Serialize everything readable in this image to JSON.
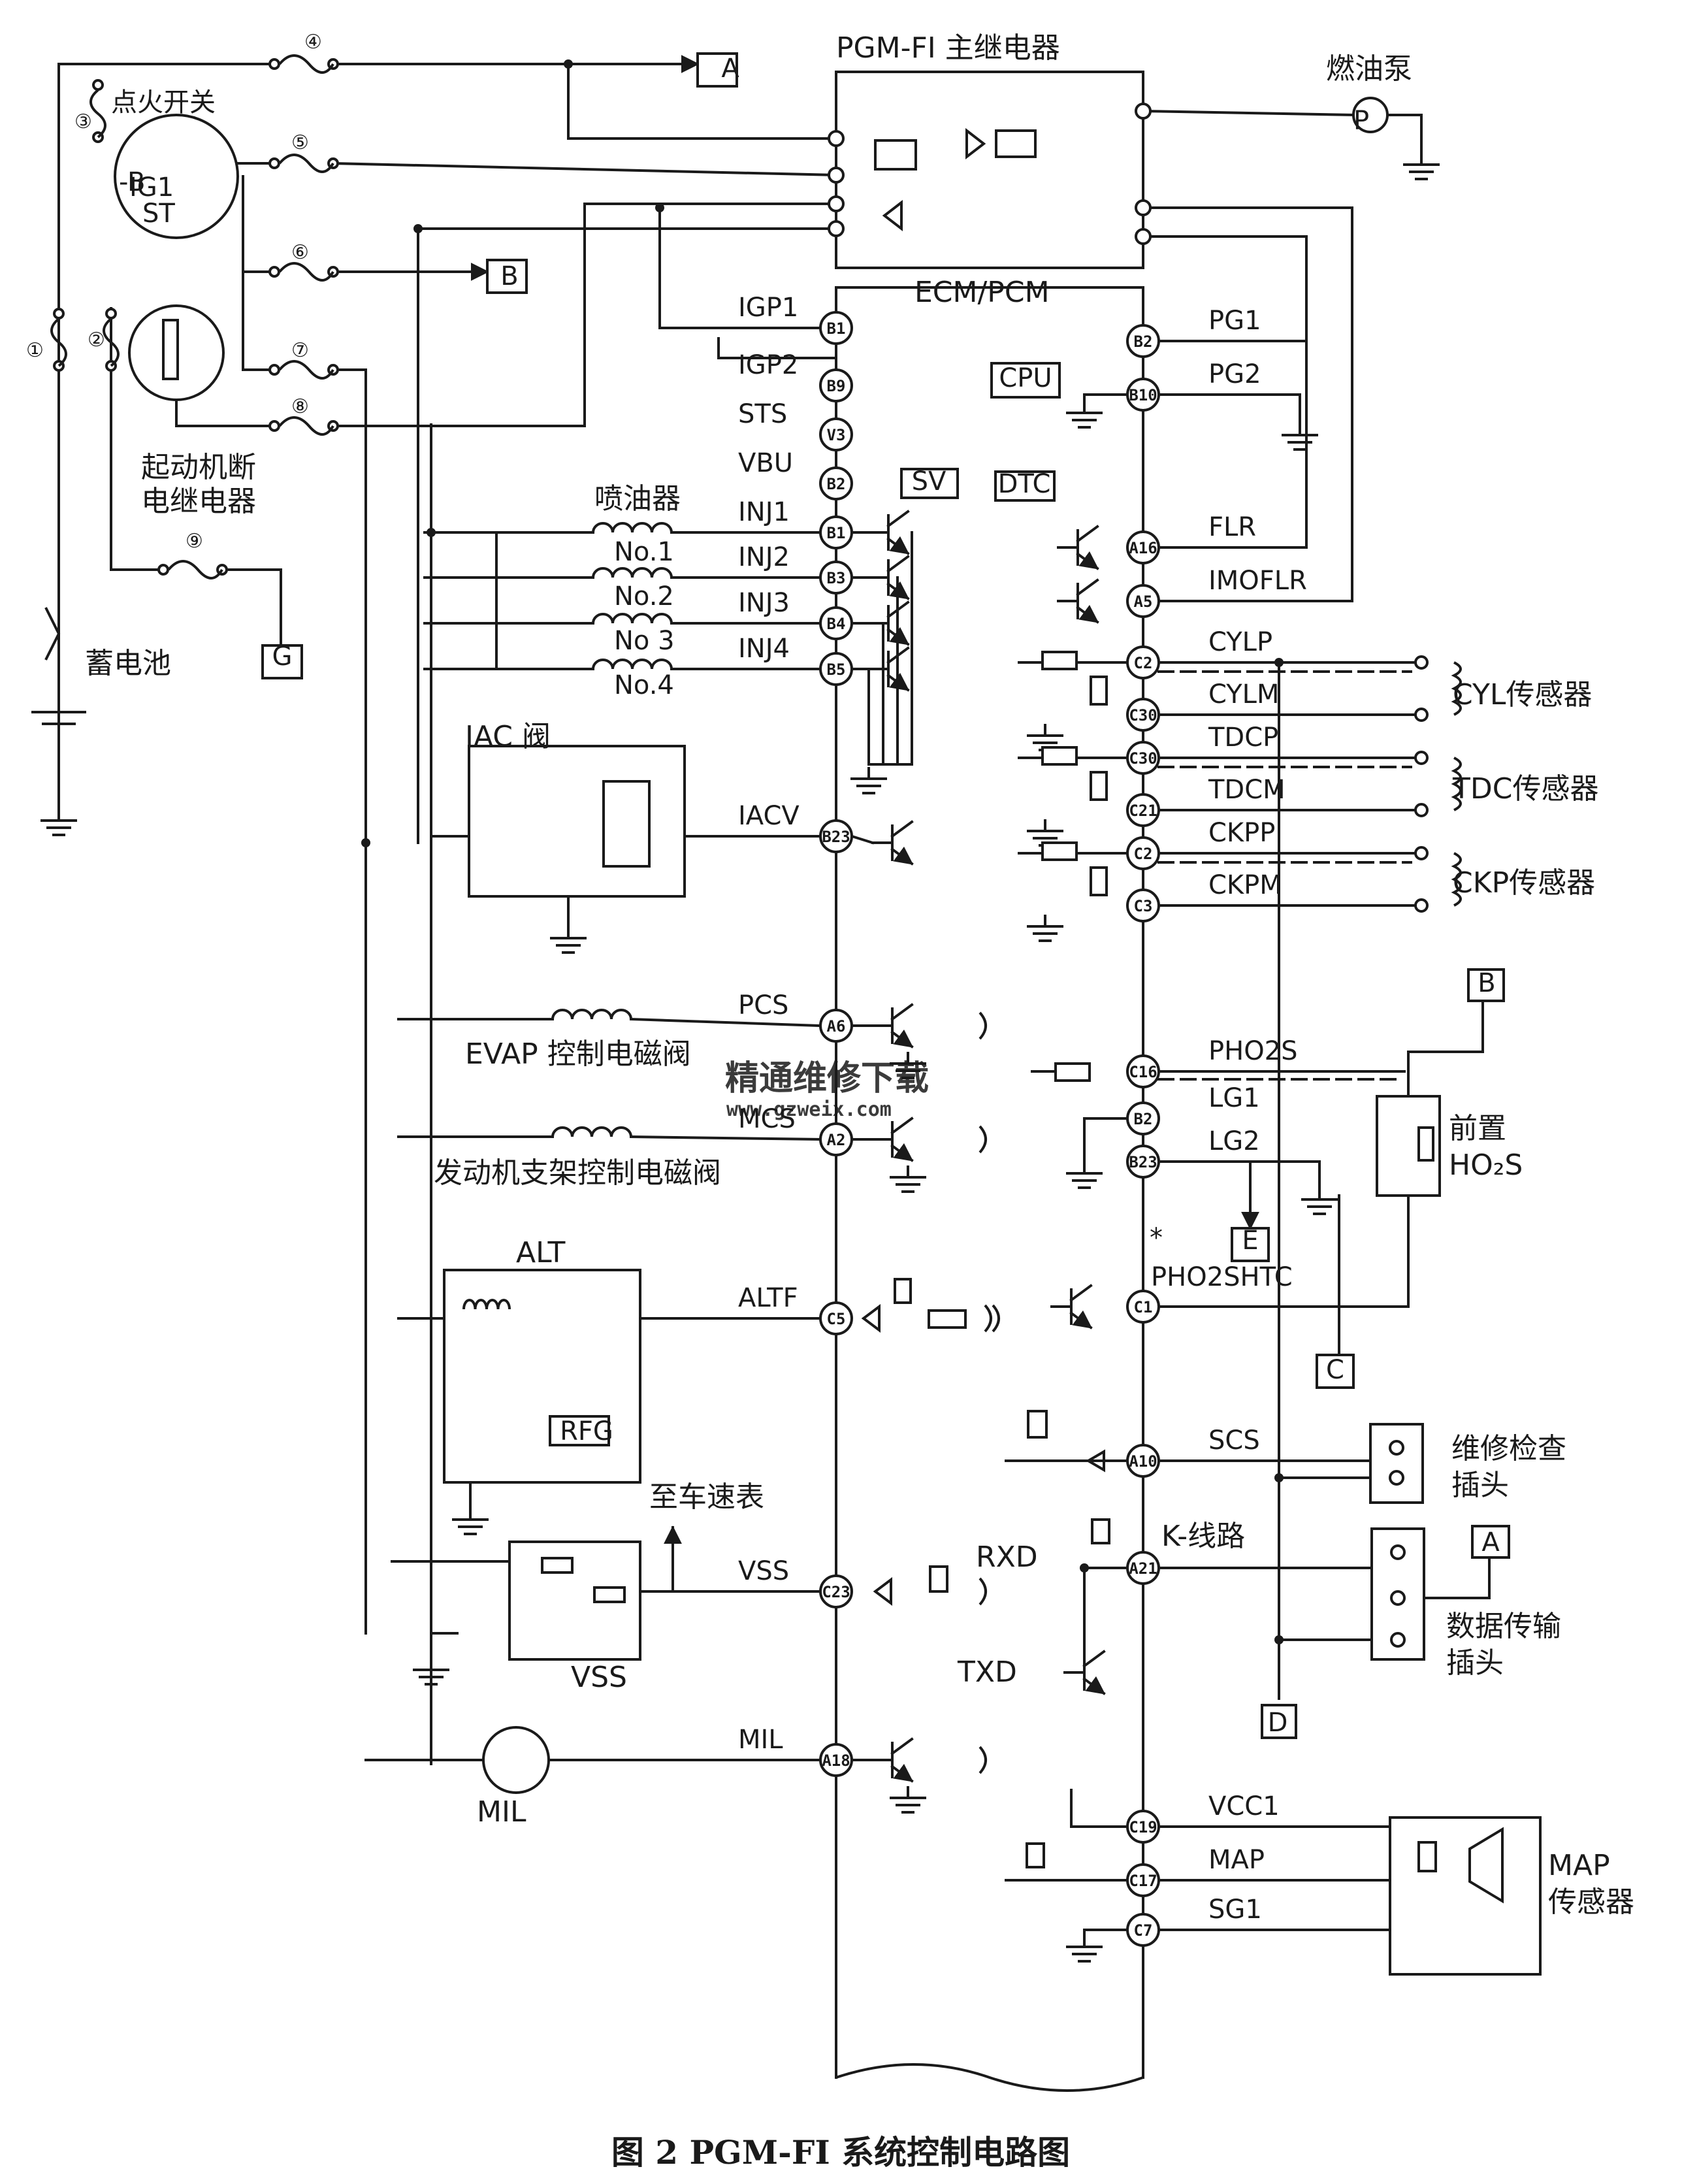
{
  "caption": "图 2   PGM-FI 系统控制电路图",
  "watermark": {
    "text": "精通维修下载",
    "url": "www.gzweix.com",
    "color": "#f2a49a"
  },
  "line_color": "#1a1a1a",
  "labels": {
    "main_relay": "PGM-FI 主继电器",
    "fuel_pump": "燃油泵",
    "pump_symbol": "P",
    "ignition_switch": "点火开关",
    "ig1": "IG1",
    "minus_b": "-B",
    "st": "ST",
    "ecm": "ECM/PCM",
    "cpu": "CPU",
    "sv": "SV",
    "dtc": "DTC",
    "starter_relay_1": "起动机断",
    "starter_relay_2": "电继电器",
    "battery": "蓄电池",
    "injector": "喷油器",
    "iac_valve": "IAC 阀",
    "evap": "EVAP 控制电磁阀",
    "mount": "发动机支架控制电磁阀",
    "alt": "ALT",
    "rfg": "RFG",
    "to_speedo": "至车速表",
    "vss": "VSS",
    "mil": "MIL",
    "cyl_sensor": "CYL传感器",
    "tdc_sensor": "TDC传感器",
    "ckp_sensor": "CKP传感器",
    "ho2s_1": "前置",
    "ho2s_2": "HO₂S",
    "service_1": "维修检查",
    "service_2": "插头",
    "dlc_1": "数据传输",
    "dlc_2": "插头",
    "map_1": "MAP",
    "map_2": "传感器",
    "rxd": "RXD",
    "txd": "TXD",
    "k_line": "K-线路",
    "star": "*",
    "pho2shtc": "PHO2SHTC"
  },
  "fuses": [
    "①",
    "②",
    "③",
    "④",
    "⑤",
    "⑥",
    "⑦",
    "⑧",
    "⑨"
  ],
  "injectors": [
    "No.1",
    "No.2",
    "No 3",
    "No.4"
  ],
  "boxes": [
    "A",
    "B",
    "G",
    "B",
    "E",
    "C",
    "A",
    "D"
  ],
  "left_signals": [
    "IGP1",
    "IGP2",
    "STS",
    "VBU",
    "INJ1",
    "INJ2",
    "INJ3",
    "INJ4",
    "IACV",
    "PCS",
    "MCS",
    "ALTF",
    "VSS",
    "MIL"
  ],
  "left_pins": [
    "B1",
    "B9",
    "V3",
    "B2",
    "B1",
    "B3",
    "B4",
    "B5",
    "B23",
    "A6",
    "A2",
    "C5",
    "C23",
    "A18"
  ],
  "right_signals": [
    "PG1",
    "PG2",
    "FLR",
    "IMOFLR",
    "CYLP",
    "CYLM",
    "TDCP",
    "TDCM",
    "CKPP",
    "CKPM",
    "PHO2S",
    "LG1",
    "LG2",
    "SCS",
    "VCC1",
    "MAP",
    "SG1"
  ],
  "right_pins": [
    "B2",
    "B10",
    "A16",
    "A5",
    "C2",
    "C30",
    "C30",
    "C21",
    "C2",
    "C3",
    "C16",
    "B2",
    "B23",
    "C1",
    "A10",
    "A21",
    "C19",
    "C17",
    "C7"
  ]
}
